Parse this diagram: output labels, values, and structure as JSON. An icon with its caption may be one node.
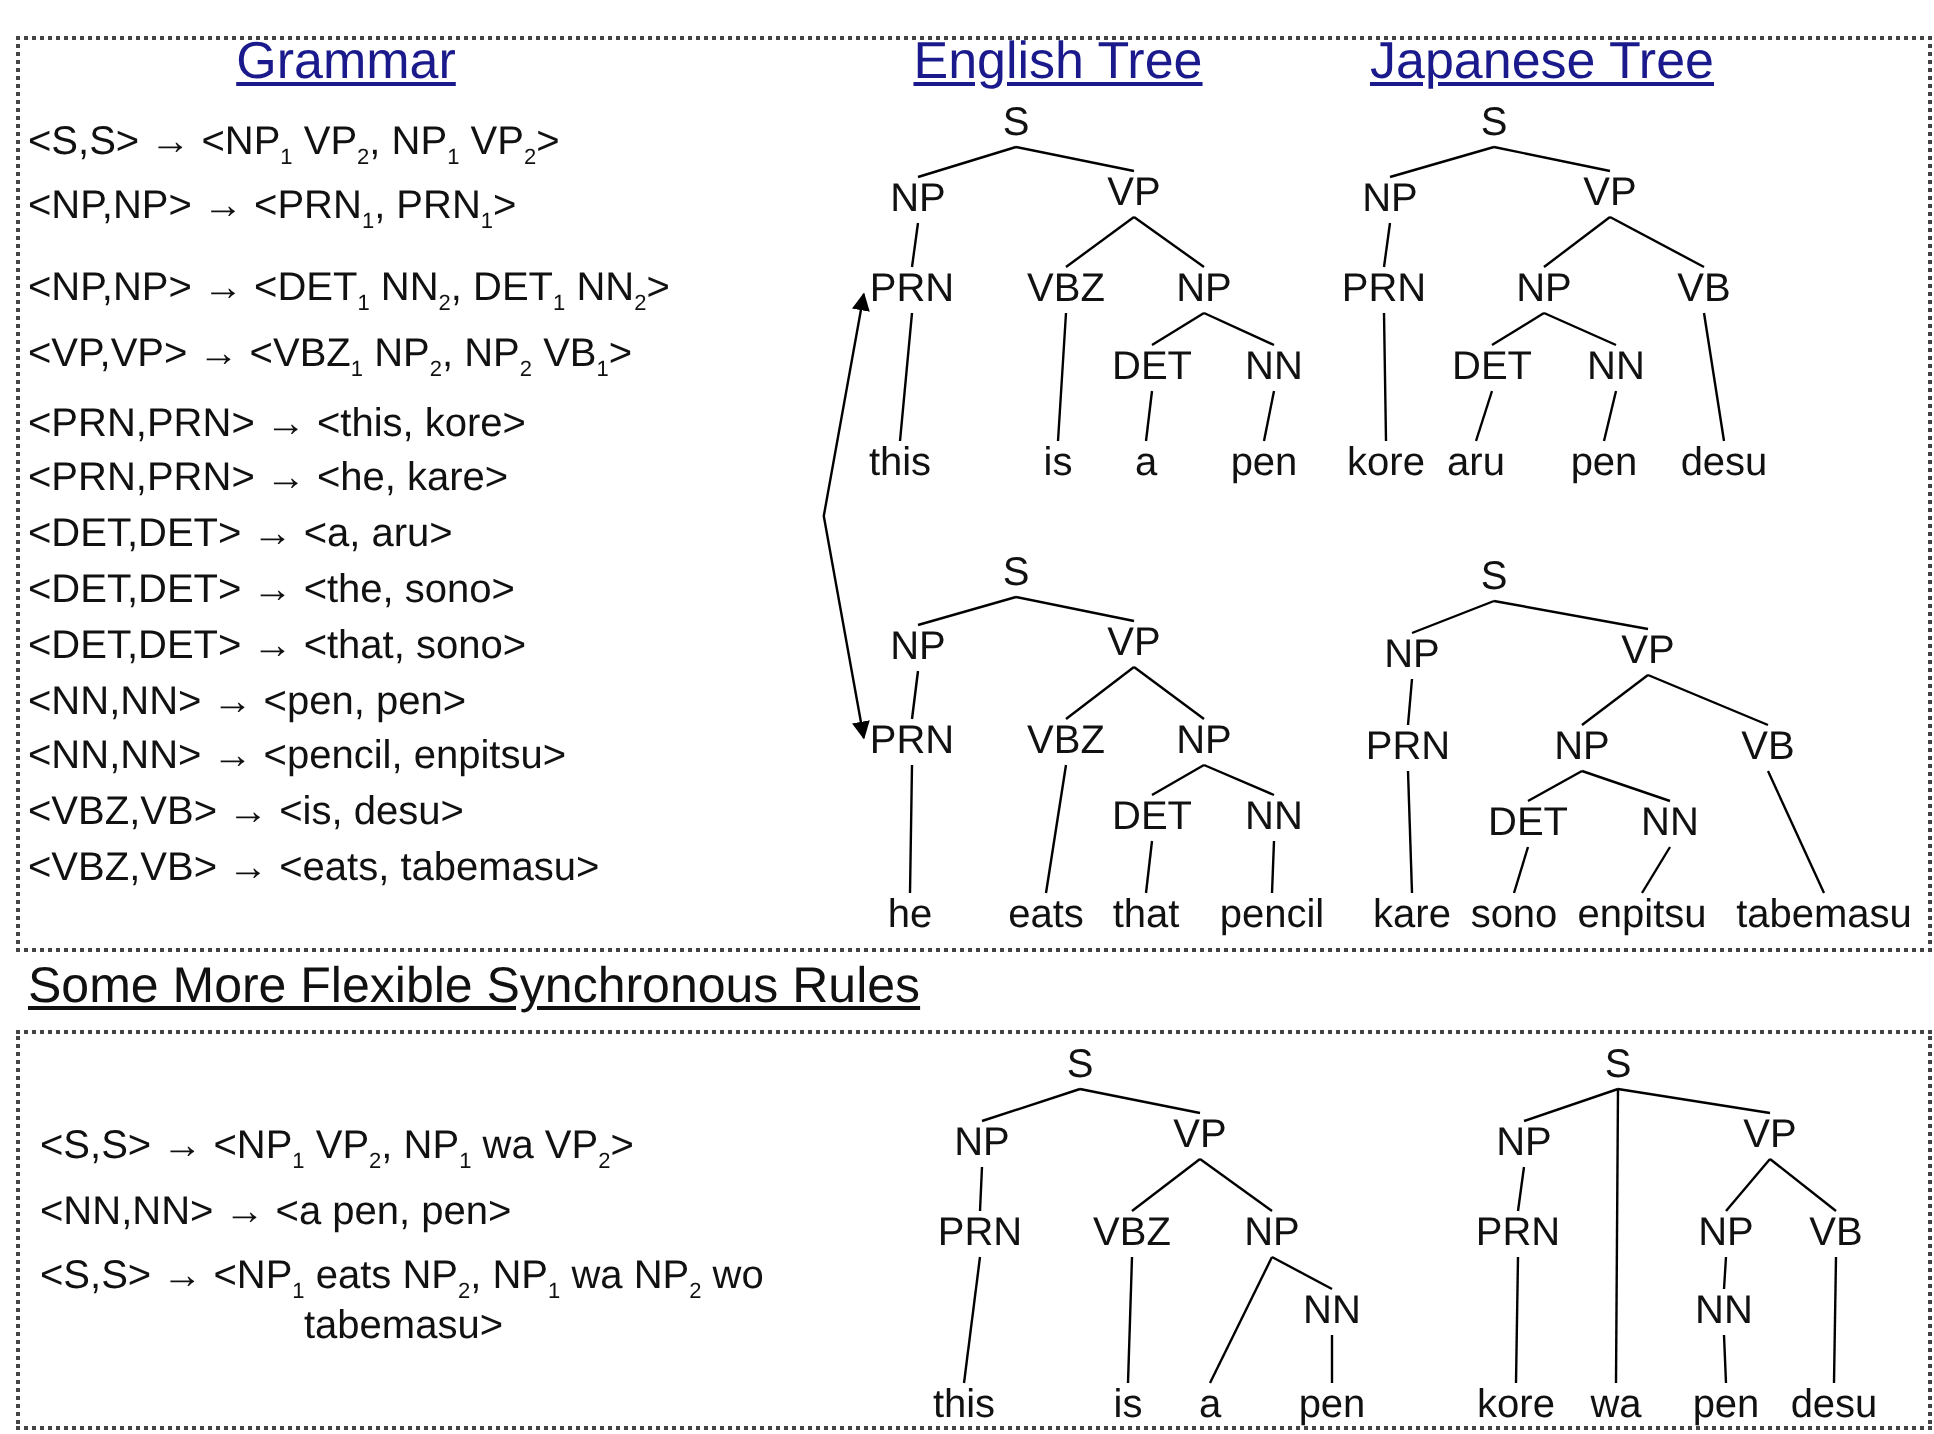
{
  "diagram": {
    "nodes": [
      {
        "text": [],
        "shape": "box"
      },
      {
        "text": [
          "S"
        ],
        "in": 0
      },
      {
        "text": [
          "NP"
        ],
        "in": 0
      },
      {
        "text": [
          "VP"
        ],
        "in": 0
      },
      {
        "text": [
          "PRN"
        ],
        "in": 0
      },
      {
        "text": [
          "VBZ"
        ],
        "in": 0
      },
      {
        "text": [
          "NP"
        ],
        "in": 0
      },
      {
        "text": [
          "DET"
        ],
        "in": 0
      },
      {
        "text": [
          "NN"
        ],
        "in": 0
      },
      {
        "text": [
          "this"
        ],
        "in": 0
      },
      {
        "text": [
          "is"
        ],
        "in": 0
      },
      {
        "text": [
          "a"
        ],
        "in": 0
      },
      {
        "text": [
          "pen"
        ],
        "in": 0
      },
      {
        "text": [
          "S"
        ],
        "in": 0
      },
      {
        "text": [
          "NP"
        ],
        "in": 0
      },
      {
        "text": [
          "VP"
        ],
        "in": 0
      },
      {
        "text": [
          "PRN"
        ],
        "in": 0
      },
      {
        "text": [
          "NP"
        ],
        "in": 0
      },
      {
        "text": [
          "VB"
        ],
        "in": 0
      },
      {
        "text": [
          "DET"
        ],
        "in": 0
      },
      {
        "text": [
          "NN"
        ],
        "in": 0
      },
      {
        "text": [
          "kore"
        ],
        "in": 0
      },
      {
        "text": [
          "aru"
        ],
        "in": 0
      },
      {
        "text": [
          "pen"
        ],
        "in": 0
      },
      {
        "text": [
          "desu"
        ],
        "in": 0
      },
      {
        "text": [
          "S"
        ],
        "in": 0
      },
      {
        "text": [
          "NP"
        ],
        "in": 0
      },
      {
        "text": [
          "VP"
        ],
        "in": 0
      },
      {
        "text": [
          "PRN"
        ],
        "in": 0
      },
      {
        "text": [
          "VBZ"
        ],
        "in": 0
      },
      {
        "text": [
          "NP"
        ],
        "in": 0
      },
      {
        "text": [
          "DET"
        ],
        "in": 0
      },
      {
        "text": [
          "NN"
        ],
        "in": 0
      },
      {
        "text": [
          "he"
        ],
        "in": 0
      },
      {
        "text": [
          "eats"
        ],
        "in": 0
      },
      {
        "text": [
          "that"
        ],
        "in": 0
      },
      {
        "text": [
          "pencil"
        ],
        "in": 0
      },
      {
        "text": [
          "S"
        ],
        "in": 0
      },
      {
        "text": [
          "NP"
        ],
        "in": 0
      },
      {
        "text": [
          "VP"
        ],
        "in": 0
      },
      {
        "text": [
          "PRN"
        ],
        "in": 0
      },
      {
        "text": [
          "NP"
        ],
        "in": 0
      },
      {
        "text": [
          "VB"
        ],
        "in": 0
      },
      {
        "text": [
          "DET"
        ],
        "in": 0
      },
      {
        "text": [
          "NN"
        ],
        "in": 0
      },
      {
        "text": [
          "kare"
        ],
        "in": 0
      },
      {
        "text": [
          "sono"
        ],
        "in": 0
      },
      {
        "text": [
          "enpitsu"
        ],
        "in": 0
      },
      {
        "text": [
          "tabemasu"
        ],
        "in": 0
      },
      {
        "text": [],
        "shape": "box"
      },
      {
        "text": [
          "S"
        ],
        "in": 49
      },
      {
        "text": [
          "NP"
        ],
        "in": 49
      },
      {
        "text": [
          "VP"
        ],
        "in": 49
      },
      {
        "text": [
          "PRN"
        ],
        "in": 49
      },
      {
        "text": [
          "VBZ"
        ],
        "in": 49
      },
      {
        "text": [
          "NP"
        ],
        "in": 49
      },
      {
        "text": [
          "NN"
        ],
        "in": 49
      },
      {
        "text": [
          "this"
        ],
        "in": 49
      },
      {
        "text": [
          "is"
        ],
        "in": 49
      },
      {
        "text": [
          "a"
        ],
        "in": 49
      },
      {
        "text": [
          "pen"
        ],
        "in": 49
      },
      {
        "text": [
          "S"
        ],
        "in": 49
      },
      {
        "text": [
          "NP"
        ],
        "in": 49
      },
      {
        "text": [
          "VP"
        ],
        "in": 49
      },
      {
        "text": [
          "PRN"
        ],
        "in": 49
      },
      {
        "text": [
          "NP"
        ],
        "in": 49
      },
      {
        "text": [
          "VB"
        ],
        "in": 49
      },
      {
        "text": [
          "NN"
        ],
        "in": 49
      },
      {
        "text": [
          "kore"
        ],
        "in": 49
      },
      {
        "text": [
          "wa"
        ],
        "in": 49
      },
      {
        "text": [
          "pen"
        ],
        "in": 49
      },
      {
        "text": [
          "desu"
        ],
        "in": 49
      }
    ],
    "edges": [
      {
        "from": 1,
        "to": 2,
        "arrow": "none"
      },
      {
        "from": 1,
        "to": 3,
        "arrow": "none"
      },
      {
        "from": 2,
        "to": 4,
        "arrow": "none"
      },
      {
        "from": 3,
        "to": 5,
        "arrow": "none"
      },
      {
        "from": 3,
        "to": 6,
        "arrow": "none"
      },
      {
        "from": 6,
        "to": 7,
        "arrow": "none"
      },
      {
        "from": 6,
        "to": 8,
        "arrow": "none"
      },
      {
        "from": 4,
        "to": 9,
        "arrow": "none"
      },
      {
        "from": 5,
        "to": 10,
        "arrow": "none"
      },
      {
        "from": 7,
        "to": 11,
        "arrow": "none"
      },
      {
        "from": 8,
        "to": 12,
        "arrow": "none"
      },
      {
        "from": 13,
        "to": 14,
        "arrow": "none"
      },
      {
        "from": 13,
        "to": 15,
        "arrow": "none"
      },
      {
        "from": 14,
        "to": 16,
        "arrow": "none"
      },
      {
        "from": 15,
        "to": 17,
        "arrow": "none"
      },
      {
        "from": 15,
        "to": 18,
        "arrow": "none"
      },
      {
        "from": 17,
        "to": 19,
        "arrow": "none"
      },
      {
        "from": 17,
        "to": 20,
        "arrow": "none"
      },
      {
        "from": 16,
        "to": 21,
        "arrow": "none"
      },
      {
        "from": 19,
        "to": 22,
        "arrow": "none"
      },
      {
        "from": 20,
        "to": 23,
        "arrow": "none"
      },
      {
        "from": 18,
        "to": 24,
        "arrow": "none"
      },
      {
        "from": 25,
        "to": 26,
        "arrow": "none"
      },
      {
        "from": 25,
        "to": 27,
        "arrow": "none"
      },
      {
        "from": 26,
        "to": 28,
        "arrow": "none"
      },
      {
        "from": 27,
        "to": 29,
        "arrow": "none"
      },
      {
        "from": 27,
        "to": 30,
        "arrow": "none"
      },
      {
        "from": 30,
        "to": 31,
        "arrow": "none"
      },
      {
        "from": 30,
        "to": 32,
        "arrow": "none"
      },
      {
        "from": 28,
        "to": 33,
        "arrow": "none"
      },
      {
        "from": 29,
        "to": 34,
        "arrow": "none"
      },
      {
        "from": 31,
        "to": 35,
        "arrow": "none"
      },
      {
        "from": 32,
        "to": 36,
        "arrow": "none"
      },
      {
        "from": 37,
        "to": 38,
        "arrow": "none"
      },
      {
        "from": 37,
        "to": 39,
        "arrow": "none"
      },
      {
        "from": 38,
        "to": 40,
        "arrow": "none"
      },
      {
        "from": 39,
        "to": 41,
        "arrow": "none"
      },
      {
        "from": 39,
        "to": 42,
        "arrow": "none"
      },
      {
        "from": 41,
        "to": 43,
        "arrow": "none"
      },
      {
        "from": 41,
        "to": 44,
        "arrow": "none"
      },
      {
        "from": 40,
        "to": 45,
        "arrow": "none"
      },
      {
        "from": 43,
        "to": 46,
        "arrow": "none"
      },
      {
        "from": 44,
        "to": 47,
        "arrow": "none"
      },
      {
        "from": 42,
        "to": 48,
        "arrow": "none"
      },
      {
        "from": 4,
        "to": 28,
        "arrow": "both"
      },
      {
        "from": 50,
        "to": 51,
        "arrow": "none"
      },
      {
        "from": 50,
        "to": 52,
        "arrow": "none"
      },
      {
        "from": 51,
        "to": 53,
        "arrow": "none"
      },
      {
        "from": 52,
        "to": 54,
        "arrow": "none"
      },
      {
        "from": 52,
        "to": 55,
        "arrow": "none"
      },
      {
        "from": 55,
        "to": 56,
        "arrow": "none"
      },
      {
        "from": 53,
        "to": 57,
        "arrow": "none"
      },
      {
        "from": 54,
        "to": 58,
        "arrow": "none"
      },
      {
        "from": 55,
        "to": 59,
        "arrow": "none"
      },
      {
        "from": 56,
        "to": 60,
        "arrow": "none"
      },
      {
        "from": 61,
        "to": 62,
        "arrow": "none"
      },
      {
        "from": 61,
        "to": 69,
        "arrow": "none"
      },
      {
        "from": 61,
        "to": 63,
        "arrow": "none"
      },
      {
        "from": 62,
        "to": 64,
        "arrow": "none"
      },
      {
        "from": 63,
        "to": 65,
        "arrow": "none"
      },
      {
        "from": 63,
        "to": 66,
        "arrow": "none"
      },
      {
        "from": 65,
        "to": 67,
        "arrow": "none"
      },
      {
        "from": 64,
        "to": 68,
        "arrow": "none"
      },
      {
        "from": 67,
        "to": 70,
        "arrow": "none"
      },
      {
        "from": 66,
        "to": 71,
        "arrow": "none"
      }
    ],
    "labels": [
      "Grammar",
      "English Tree",
      "Japanese Tree",
      "<S,S> → <NP$_{1}$ VP$_{2}$, NP$_{1}$ VP$_{2}$>",
      "<NP,NP> → <PRN$_{1}$, PRN$_{1}$>",
      "<NP,NP> → <DET$_{1}$ NN$_{2}$, DET$_{1}$ NN$_{2}$>",
      "<VP,VP> → <VBZ$_{1}$ NP$_{2}$, NP$_{2}$ VB$_{1}$>",
      "<PRN,PRN> → <this, kore>",
      "<PRN,PRN> → <he, kare>",
      "<DET,DET> → <a, aru>",
      "<DET,DET> → <the, sono>",
      "<DET,DET> → <that, sono>",
      "<NN,NN> → <pen, pen>",
      "<NN,NN> → <pencil, enpitsu>",
      "<VBZ,VB> → <is, desu>",
      "<VBZ,VB> → <eats, tabemasu>",
      "Some More Flexible Synchronous Rules",
      "<S,S> → <NP$_{1}$ VP$_{2}$, NP$_{1}$ wa VP$_{2}$>",
      "<NN,NN> → <a pen, pen>",
      "<S,S> → <NP$_{1}$ eats NP$_{2}$, NP$_{1}$ wa NP$_{2}$ wo tabemasu>"
    ]
  }
}
